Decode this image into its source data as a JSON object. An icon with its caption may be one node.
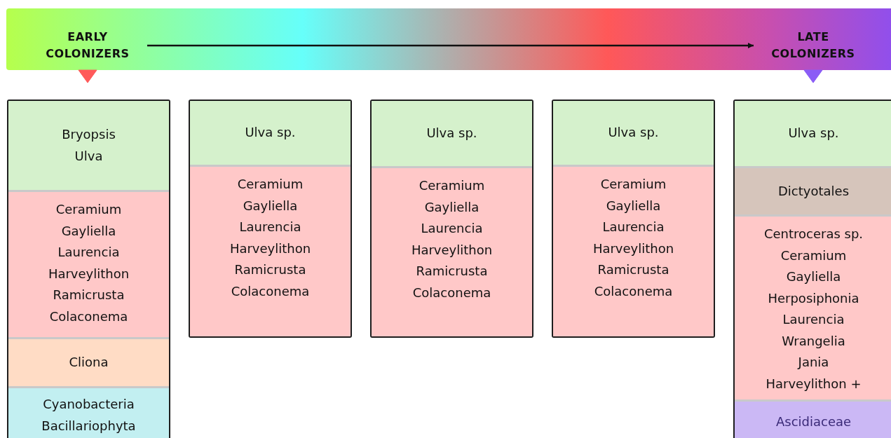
{
  "diagram": {
    "nodes": [
      {
        "text": [
          "EARLY COLONIZERS"
        ]
      },
      {
        "text": [
          "LATE COLONIZERS"
        ]
      },
      {
        "text": [],
        "shape": "box"
      },
      {
        "text": [
          "Bryopsis",
          "Ulva"
        ],
        "in": 2
      },
      {
        "text": [
          "Ceramium",
          "Gayliella",
          "Laurencia",
          "Harveylithon",
          "Ramicrusta",
          "Colaconema"
        ],
        "in": 2
      },
      {
        "text": [
          "Cliona"
        ],
        "in": 2
      },
      {
        "text": [
          "Cyanobacteria",
          "Bacillariophyta"
        ],
        "in": 2
      },
      {
        "text": [],
        "shape": "box"
      },
      {
        "text": [
          "Ulva sp."
        ],
        "in": 7
      },
      {
        "text": [
          "Ceramium",
          "Gayliella",
          "Laurencia",
          "Harveylithon",
          "Ramicrusta",
          "Colaconema"
        ],
        "in": 7
      },
      {
        "text": [],
        "shape": "box"
      },
      {
        "text": [
          "Ulva sp."
        ],
        "in": 10
      },
      {
        "text": [
          "Ceramium",
          "Gayliella",
          "Laurencia",
          "Harveylithon",
          "Ramicrusta",
          "Colaconema"
        ],
        "in": 10
      },
      {
        "text": [],
        "shape": "box"
      },
      {
        "text": [
          "Ulva sp."
        ],
        "in": 13
      },
      {
        "text": [
          "Ceramium",
          "Gayliella",
          "Laurencia",
          "Harveylithon",
          "Ramicrusta",
          "Colaconema"
        ],
        "in": 13
      },
      {
        "text": [],
        "shape": "box"
      },
      {
        "text": [
          "Ulva sp."
        ],
        "in": 16
      },
      {
        "text": [
          "Dictyotales"
        ],
        "in": 16
      },
      {
        "text": [
          "Centroceras sp.",
          "Ceramium",
          "Gayliella",
          "Herposiphonia",
          "Laurencia",
          "Wrangelia",
          "Jania",
          "Harveylithon +"
        ],
        "in": 16
      },
      {
        "text": [
          "Ascidiaceae"
        ],
        "in": 16
      }
    ],
    "edges": [
      {
        "from": 0,
        "to": 1,
        "arrow": "to"
      },
      {
        "from": 0,
        "to": 2,
        "arrow": "to",
        "color": "#ff5a5a"
      },
      {
        "from": 1,
        "to": 16,
        "arrow": "to",
        "color": "#8b5cf6"
      }
    ]
  }
}
